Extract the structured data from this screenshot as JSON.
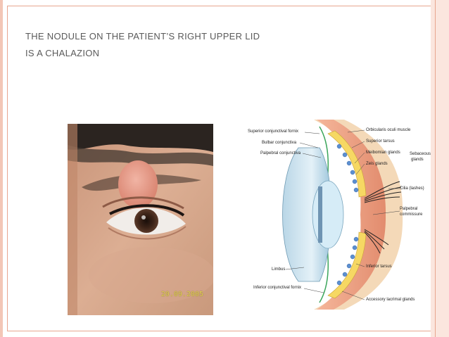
{
  "slide": {
    "title_line1": "The nodule on the patient’s right upper lid",
    "title_line2": "is a chalazion"
  },
  "photo": {
    "date_stamp": "20.09.2005"
  },
  "diagram": {
    "labels": {
      "superior_conjunctival_fornix": "Superior conjunctival fornix",
      "bulbar_conjunctiva": "Bulbar conjunctiva",
      "palpebral_conjunctiva": "Palpebral conjunctiva",
      "limbus": "Limbus",
      "inferior_conjunctival_fornix": "Inferior conjunctival fornix",
      "orbicularis_oculi_muscle": "Orbicularis oculi muscle",
      "superior_tarsus": "Superior tarsus",
      "meibomian_glands": "Meibomian glands",
      "zeis_glands": "Zeis glands",
      "sebaceous_glands_1": "Sebaceous",
      "sebaceous_glands_2": "glands",
      "cilia": "Cilia (lashes)",
      "palpebral_commissure_1": "Palpebral",
      "palpebral_commissure_2": "commissure",
      "inferior_tarsus": "Inferior tarsus",
      "accessory_lacrimal_glands": "Accessory lacrimal glands"
    }
  },
  "colors": {
    "title_text": "#5a5a5a",
    "accent_border": "#e8a68f",
    "band": "#fbe6de"
  }
}
